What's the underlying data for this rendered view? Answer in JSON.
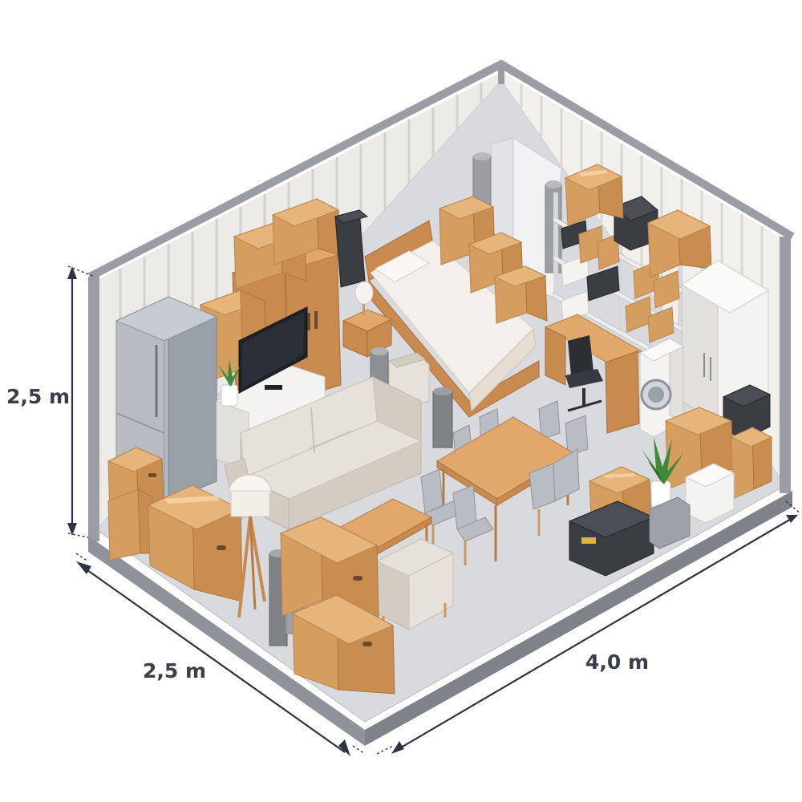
{
  "diagram": {
    "dimensions": {
      "height_label": "2,5 m",
      "depth_label": "2,5 m",
      "width_label": "4,0 m"
    },
    "colors": {
      "wall": "#ecebe8",
      "wall_rib": "#d8d6d2",
      "frame": "#9a9da3",
      "floor": "#d9dadd",
      "box": "#e7b479",
      "dimension_line": "#2f3440"
    },
    "icons": [
      "refrigerator-icon",
      "tv-icon",
      "washing-machine-icon",
      "plant-icon",
      "lamp-icon"
    ]
  }
}
